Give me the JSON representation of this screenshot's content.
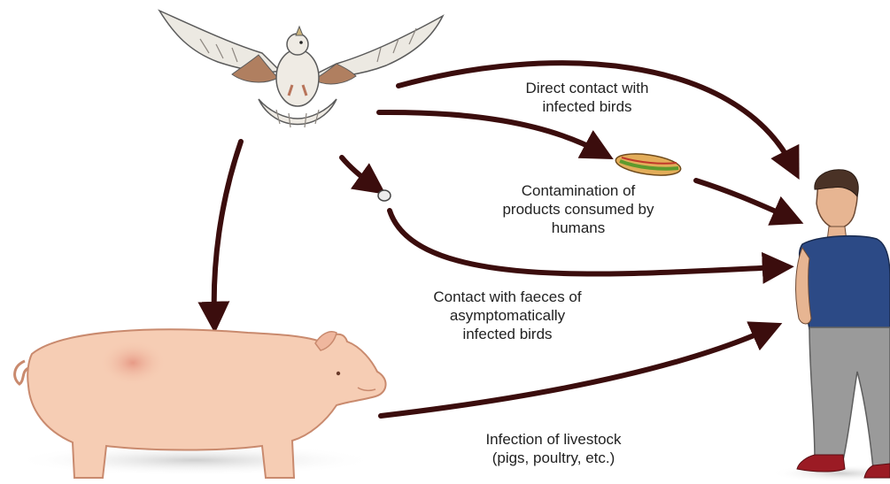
{
  "nodes": {
    "bird": "bird",
    "pig": "pig",
    "human": "human",
    "sandwich": "food-product",
    "faeces": "faeces"
  },
  "labels": {
    "direct_contact": [
      "Direct contact with",
      "infected birds"
    ],
    "contamination": [
      "Contamination of",
      "products consumed by",
      "humans"
    ],
    "faeces_contact": [
      "Contact with faeces of",
      "asymptomatically",
      "infected birds"
    ],
    "livestock": [
      "Infection of livestock",
      "(pigs, poultry, etc.)"
    ]
  },
  "colors": {
    "arrow": "#3b0d0d",
    "text": "#222222",
    "pig_skin": "#f6cdb4",
    "pig_outline": "#c98a6e",
    "shirt": "#2c4a86",
    "pants": "#9a9a9a",
    "shoes": "#9b1b24"
  }
}
